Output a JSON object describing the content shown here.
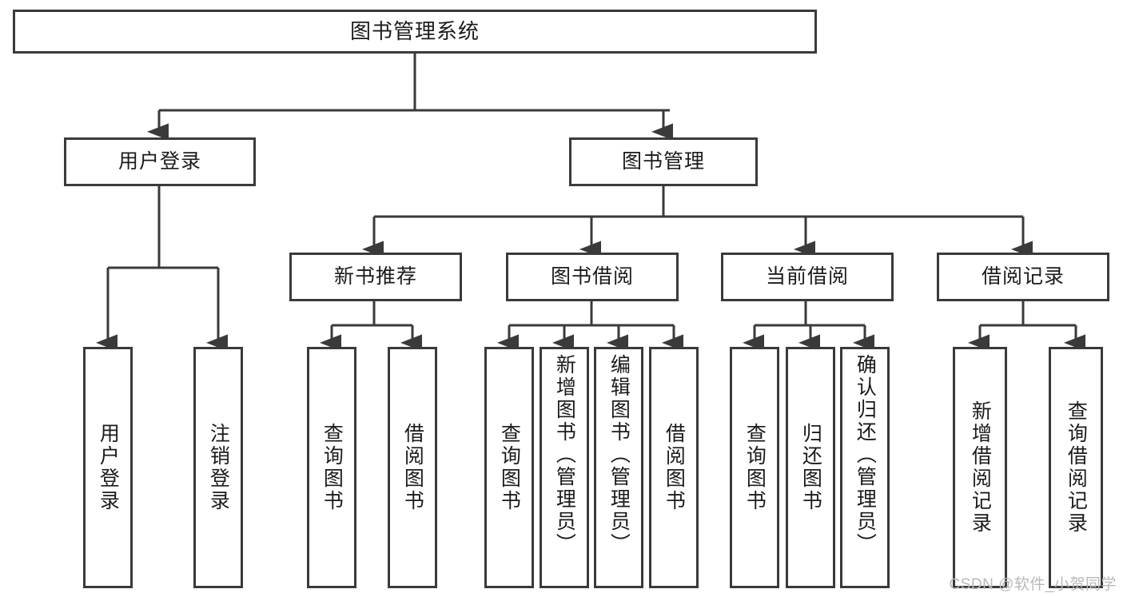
{
  "diagram": {
    "type": "tree-hierarchy-chart",
    "title": "图书管理系统",
    "line_color": "#3a3a3a",
    "background_color": "#ffffff",
    "text_color": "#1b1b1b",
    "root": {
      "label": "图书管理系统"
    },
    "level2": [
      {
        "label": "用户登录"
      },
      {
        "label": "图书管理"
      }
    ],
    "level3": [
      {
        "label": "新书推荐"
      },
      {
        "label": "图书借阅"
      },
      {
        "label": "当前借阅"
      },
      {
        "label": "借阅记录"
      }
    ],
    "leaves": {
      "user_login": [
        {
          "label": "用户登录"
        },
        {
          "label": "注销登录"
        }
      ],
      "new_book_recommend": [
        {
          "label": "查询图书"
        },
        {
          "label": "借阅图书"
        }
      ],
      "book_borrow": [
        {
          "label": "查询图书"
        },
        {
          "label": "新增图书（管理员）"
        },
        {
          "label": "编辑图书（管理员）"
        },
        {
          "label": "借阅图书"
        }
      ],
      "current_borrow": [
        {
          "label": "查询图书"
        },
        {
          "label": "归还图书"
        },
        {
          "label": "确认归还（管理员）"
        }
      ],
      "borrow_record": [
        {
          "label": "新增借阅记录"
        },
        {
          "label": "查询借阅记录"
        }
      ]
    }
  },
  "watermark": {
    "text": "CSDN @软件_小贺同学"
  }
}
